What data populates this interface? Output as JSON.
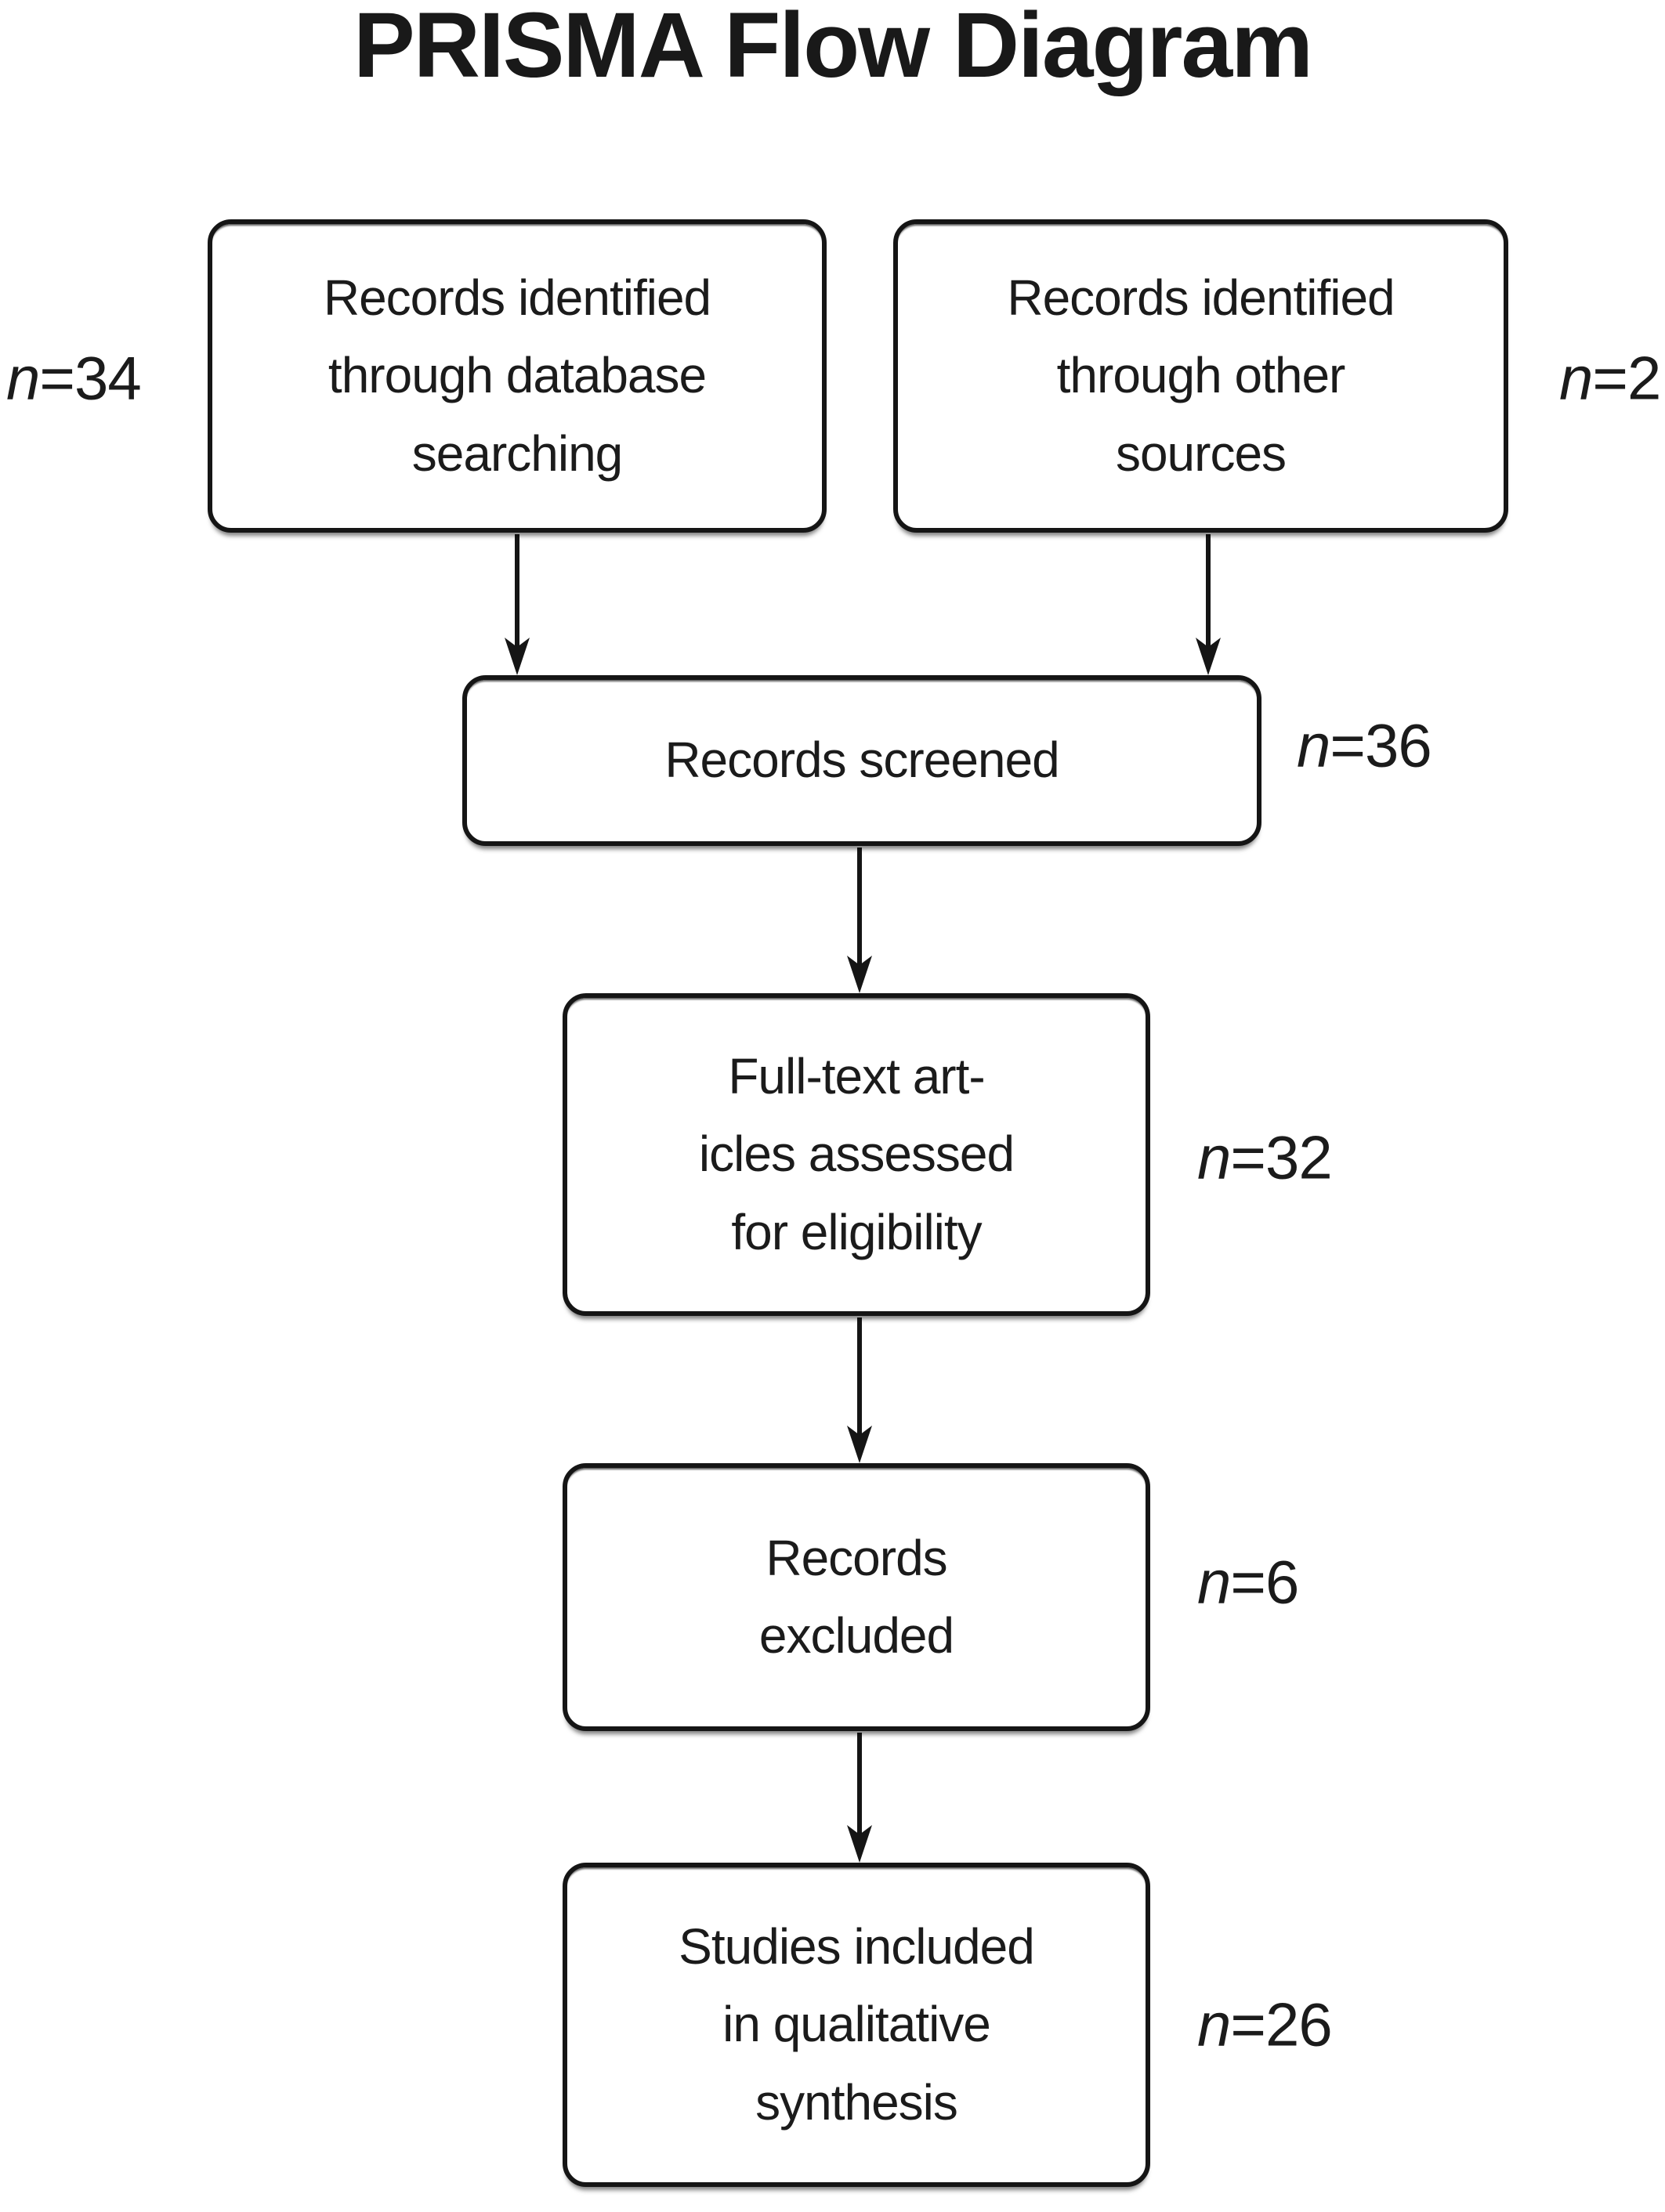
{
  "title": "PRISMA Flow Diagram",
  "colors": {
    "background": "#ffffff",
    "stroke": "#151515",
    "text": "#1b1b1b"
  },
  "diagram": {
    "type": "flowchart",
    "nodes": [
      {
        "id": "identified_database",
        "label": "Records identified\nthrough database\nsearching",
        "n_var": "n",
        "n_value": "=34",
        "count": 34
      },
      {
        "id": "identified_other",
        "label": "Records identified\nthrough other\nsources",
        "n_var": "n",
        "n_value": "=2",
        "count": 2
      },
      {
        "id": "records_screened",
        "label": "Records screened",
        "n_var": "n",
        "n_value": "=36",
        "count": 36
      },
      {
        "id": "fulltext_assessed",
        "label": "Full-text art-\nicles assessed\nfor eligibility",
        "n_var": "n",
        "n_value": "=32",
        "count": 32
      },
      {
        "id": "records_excluded",
        "label": "Records\nexcluded",
        "n_var": "n",
        "n_value": "=6",
        "count": 6
      },
      {
        "id": "studies_included",
        "label": "Studies included\nin qualitative\nsynthesis",
        "n_var": "n",
        "n_value": "=26",
        "count": 26
      }
    ],
    "edges": [
      {
        "from": "identified_database",
        "to": "records_screened"
      },
      {
        "from": "identified_other",
        "to": "records_screened"
      },
      {
        "from": "records_screened",
        "to": "fulltext_assessed"
      },
      {
        "from": "fulltext_assessed",
        "to": "records_excluded"
      },
      {
        "from": "records_excluded",
        "to": "studies_included"
      }
    ]
  }
}
